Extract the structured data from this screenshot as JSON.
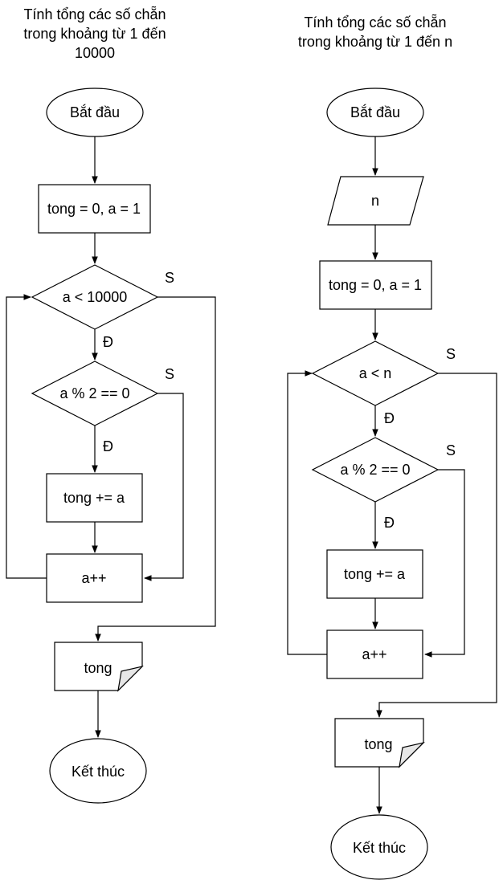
{
  "left": {
    "title_lines": [
      "Tính tổng các số chẵn",
      "trong khoảng từ 1 đến",
      "10000"
    ],
    "start": "Bắt đầu",
    "init": "tong = 0, a = 1",
    "loop_cond": "a < 10000",
    "loop_yes": "Đ",
    "loop_no": "S",
    "even_cond": "a % 2 == 0",
    "even_yes": "Đ",
    "even_no": "S",
    "add": "tong += a",
    "inc": "a++",
    "output": "tong",
    "end": "Kết thúc"
  },
  "right": {
    "title_lines": [
      "Tính tổng các số chẵn",
      "trong khoảng từ 1 đến n"
    ],
    "start": "Bắt đầu",
    "input": "n",
    "init": "tong = 0, a = 1",
    "loop_cond": "a < n",
    "loop_yes": "Đ",
    "loop_no": "S",
    "even_cond": "a % 2 == 0",
    "even_yes": "Đ",
    "even_no": "S",
    "add": "tong += a",
    "inc": "a++",
    "output": "tong",
    "end": "Kết thúc"
  }
}
